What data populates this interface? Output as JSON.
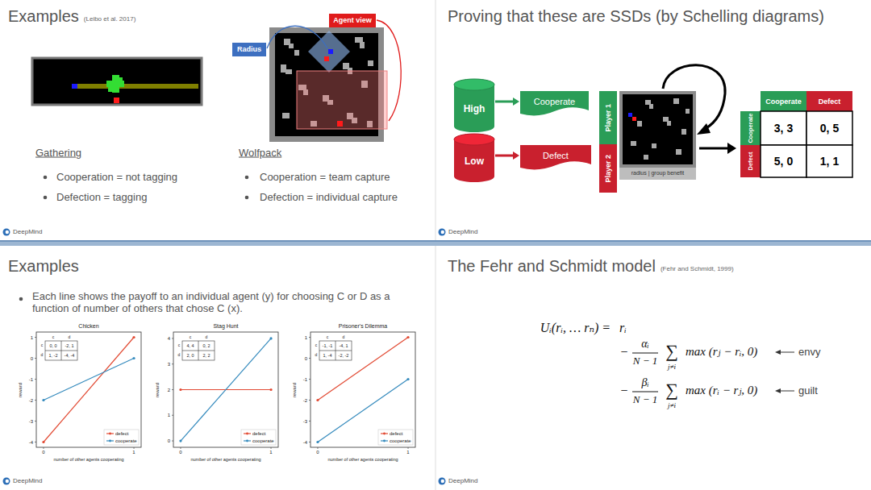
{
  "diagram": {
    "nodes": [
      {
        "text": [
          "Agent view"
        ]
      },
      {
        "text": [
          "Radius"
        ]
      },
      {
        "text": [
          "High"
        ]
      },
      {
        "text": [
          "Cooperate"
        ]
      },
      {
        "text": [
          "Low"
        ]
      },
      {
        "text": [
          "Defect"
        ]
      },
      {
        "text": [
          "Player 1"
        ]
      },
      {
        "text": [
          "Player 2"
        ]
      },
      {
        "text": [
          "radius | group benefit"
        ]
      }
    ],
    "edges": [
      {
        "from": 2,
        "to": 3,
        "arrow": "to"
      },
      {
        "from": 4,
        "to": 5,
        "arrow": "to"
      }
    ],
    "labels": [
      "Examples",
      "(Leibo et al. 2017)",
      "Gathering",
      "Cooperation = not tagging",
      "Defection = tagging",
      "Wolfpack",
      "Cooperation = team capture",
      "Defection = individual capture",
      "DeepMind",
      "Proving that these are SSDs (by Schelling diagrams)",
      "Cooperate",
      "Defect",
      "Cooperate",
      "Defect",
      "3, 3",
      "0, 5",
      "5, 0",
      "1, 1",
      "DeepMind",
      "Examples",
      "Each line shows the payoff to an individual agent (y) for choosing C or D as a function of number of others that chose C (x).",
      "Chicken",
      "c",
      "d",
      "c",
      "d",
      "0, 0",
      "-2, 1",
      "1, -2",
      "-4, -4",
      "1",
      "0",
      "-1",
      "-2",
      "-3",
      "-4",
      "0",
      "1",
      "number of other agents cooperating",
      "reward",
      "Stag Hunt",
      "c",
      "d",
      "c",
      "d",
      "4, 4",
      "0, 2",
      "2, 0",
      "2, 2",
      "4",
      "3",
      "2",
      "1",
      "0",
      "0",
      "1",
      "number of other agents cooperating",
      "reward",
      "Prisoner's Dilemma",
      "c",
      "d",
      "c",
      "d",
      "-1, -1",
      "-4, 1",
      "1, -4",
      "-2, -2",
      "1",
      "0",
      "-1",
      "-2",
      "-3",
      "-4",
      "0",
      "1",
      "number of other agents cooperating",
      "reward",
      "DeepMind",
      "The Fehr and Schmidt model",
      "(Fehr and Schmidt, 1999)",
      "Uᵢ(rᵢ, … rₙ) =",
      "rᵢ",
      "−",
      "αᵢ",
      "N − 1",
      "∑",
      "j≠i",
      "max (rⱼ − rᵢ, 0)",
      "envy",
      "−",
      "βᵢ",
      "N − 1",
      "∑",
      "j≠i",
      "max (rᵢ − rⱼ, 0)",
      "guilt",
      "DeepMind"
    ],
    "legend": [
      {
        "text": "defect"
      },
      {
        "text": "cooperate"
      },
      {
        "text": "defect"
      },
      {
        "text": "cooperate"
      },
      {
        "text": "defect"
      },
      {
        "text": "cooperate"
      }
    ]
  }
}
